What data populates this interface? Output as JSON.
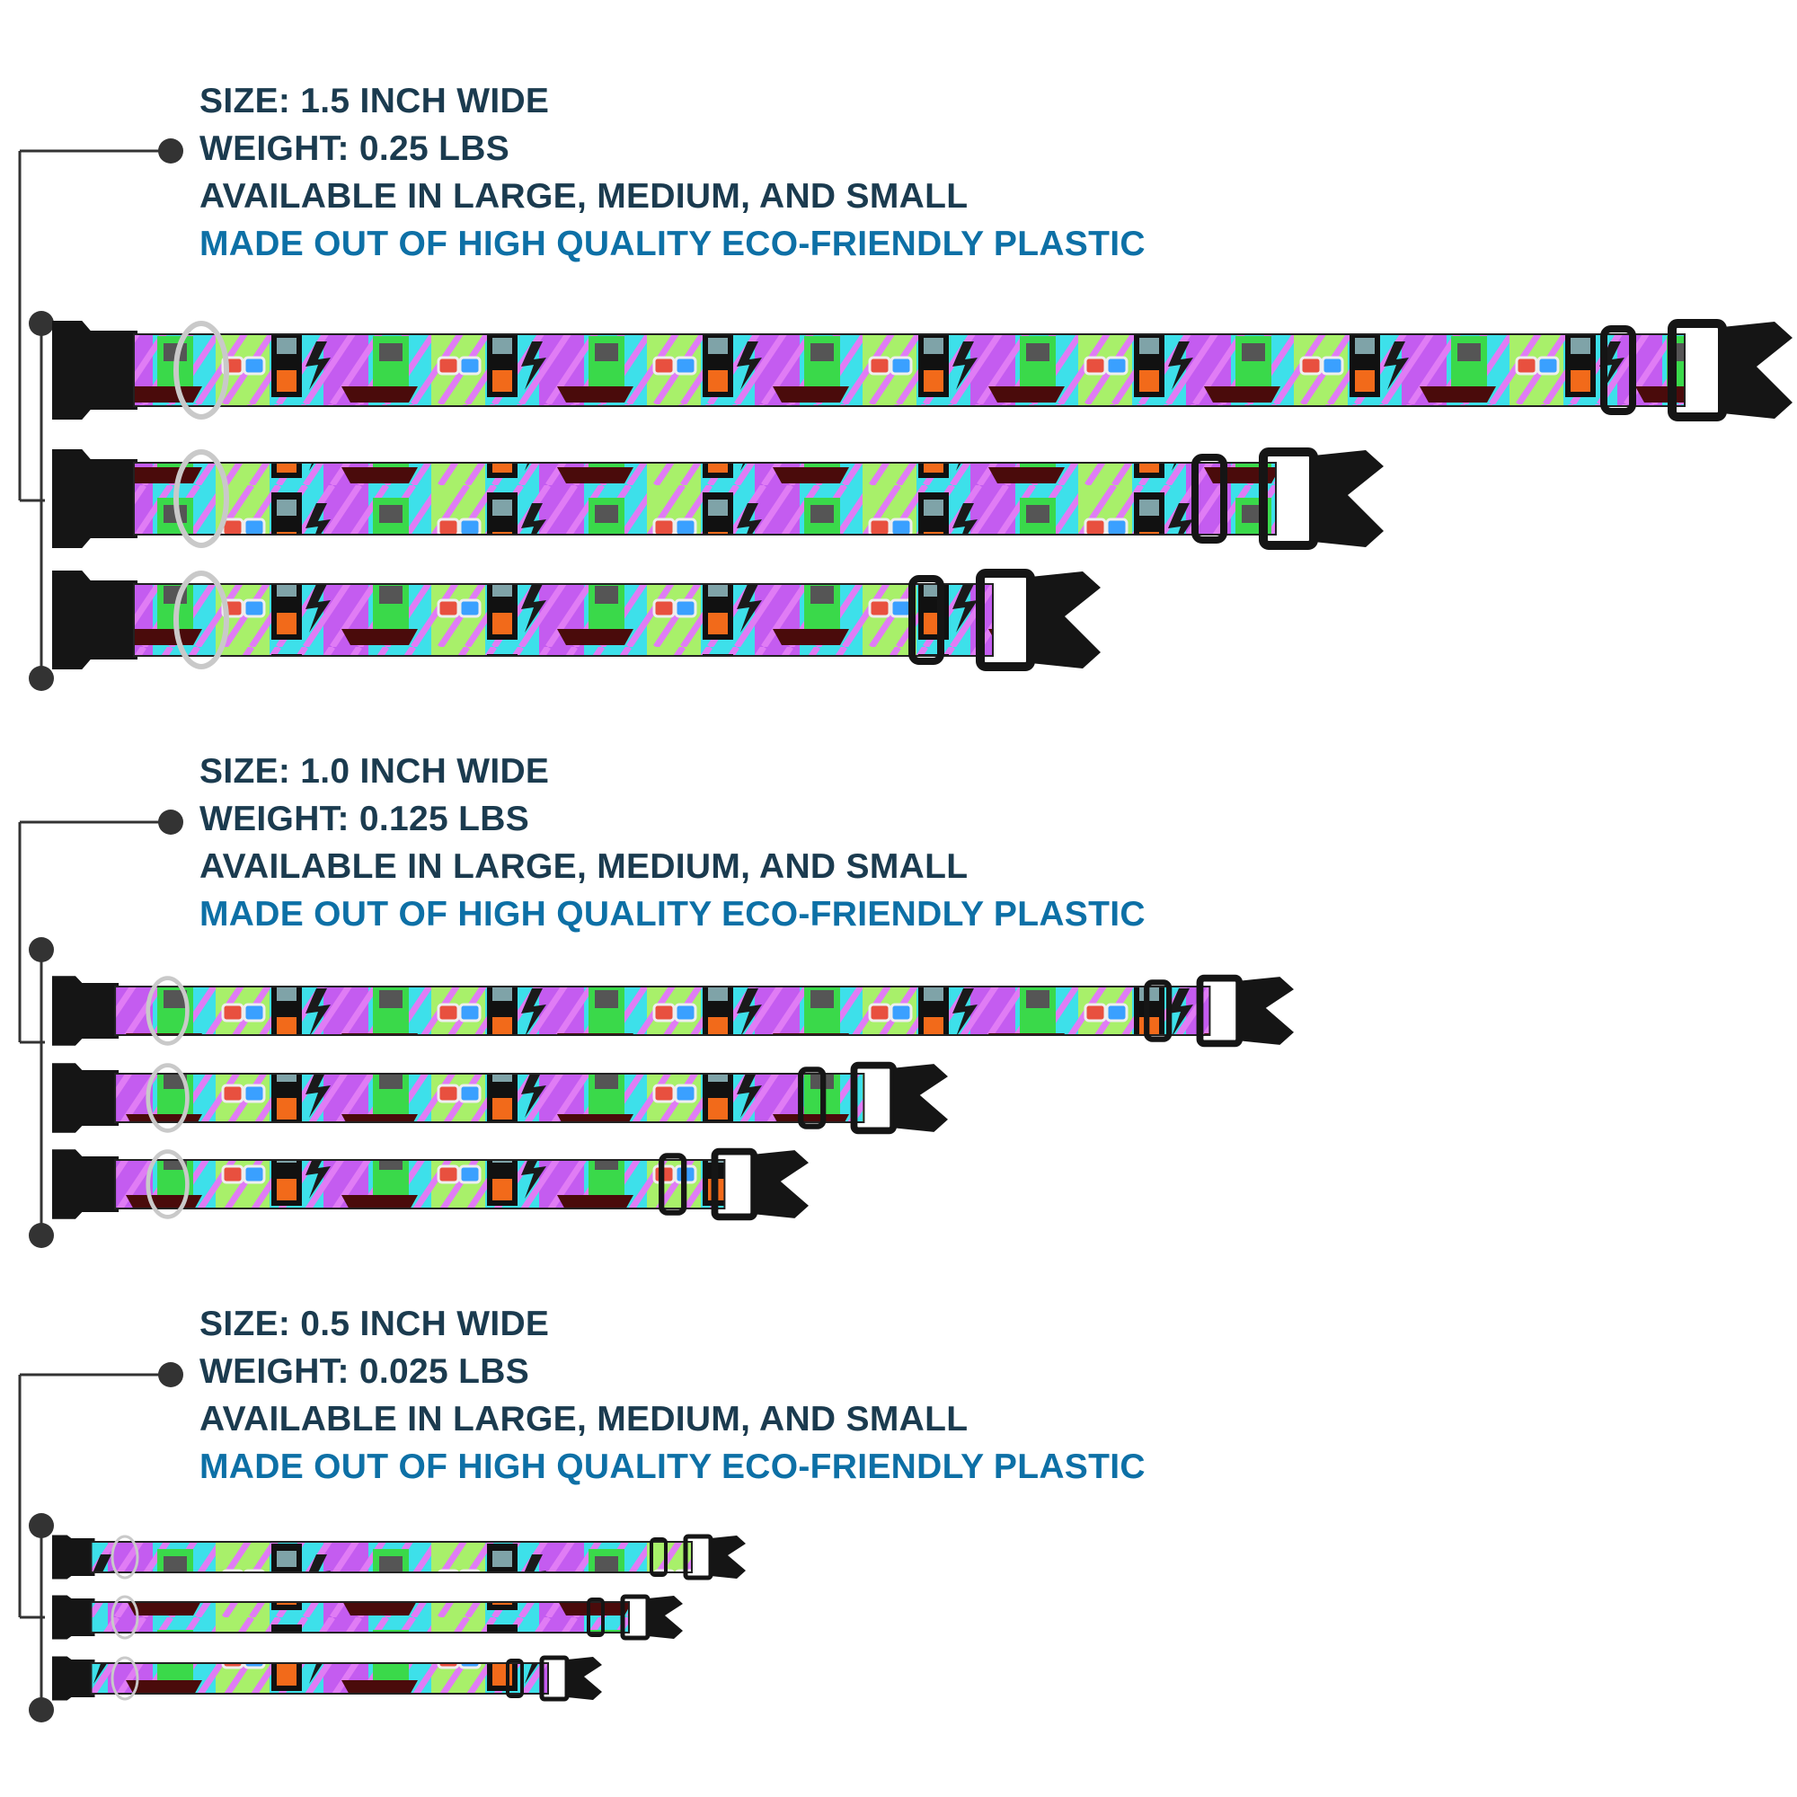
{
  "colors": {
    "text_dark": "#1b3b4f",
    "text_highlight": "#0d70a6",
    "connector": "#333333",
    "buckle": "#151515",
    "pattern_cyan": "#3de0ea",
    "pattern_lime": "#a8f06a",
    "pattern_magenta": "#c45cf0",
    "pattern_orange": "#f26a1a",
    "pattern_green": "#3ad94a"
  },
  "sections": [
    {
      "size": "SIZE: 1.5 INCH WIDE",
      "weight": "WEIGHT: 0.25 LBS",
      "availability": "AVAILABLE IN LARGE, MEDIUM, AND SMALL",
      "material": "MADE OUT OF HIGH QUALITY ECO-FRIENDLY PLASTIC",
      "variants": [
        "Large",
        "Medium",
        "Small"
      ]
    },
    {
      "size": "SIZE: 1.0 INCH WIDE",
      "weight": "WEIGHT: 0.125 LBS",
      "availability": "AVAILABLE IN LARGE, MEDIUM, AND SMALL",
      "material": "MADE OUT OF HIGH QUALITY ECO-FRIENDLY PLASTIC",
      "variants": [
        "Large",
        "Medium",
        "Small"
      ]
    },
    {
      "size": "SIZE: 0.5 INCH WIDE",
      "weight": "WEIGHT: 0.025 LBS",
      "availability": "AVAILABLE IN LARGE, MEDIUM, AND SMALL",
      "material": "MADE OUT OF HIGH QUALITY ECO-FRIENDLY PLASTIC",
      "variants": [
        "Large",
        "Medium",
        "Small"
      ]
    }
  ]
}
